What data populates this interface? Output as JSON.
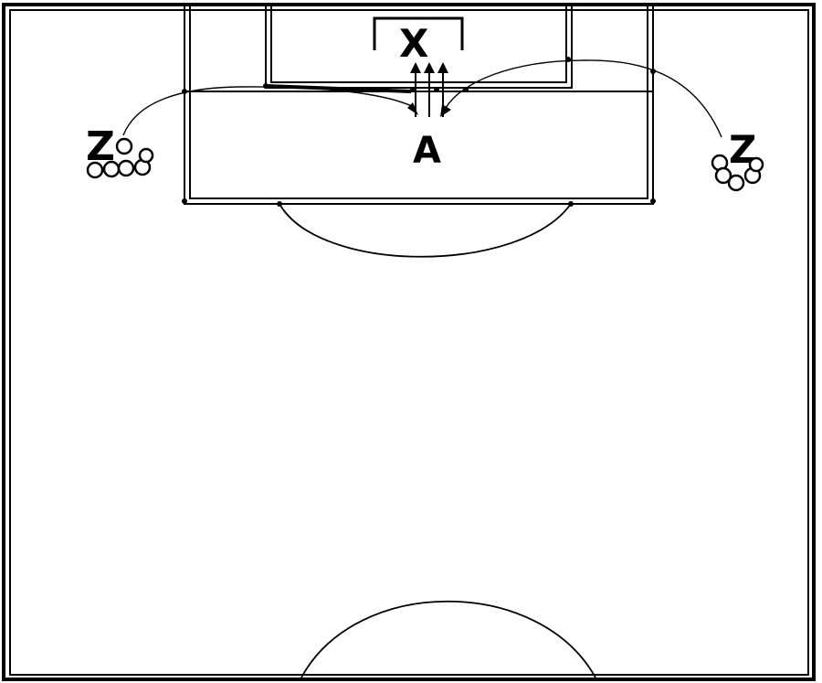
{
  "labels": {
    "goalkeeper": "X",
    "attacker": "A",
    "left_player": "Z",
    "right_player": "Z"
  },
  "icons": {
    "ball_group_left": "soccer-balls",
    "ball_group_right": "soccer-balls"
  },
  "colors": {
    "lines": "#000000",
    "background": "#ffffff"
  }
}
